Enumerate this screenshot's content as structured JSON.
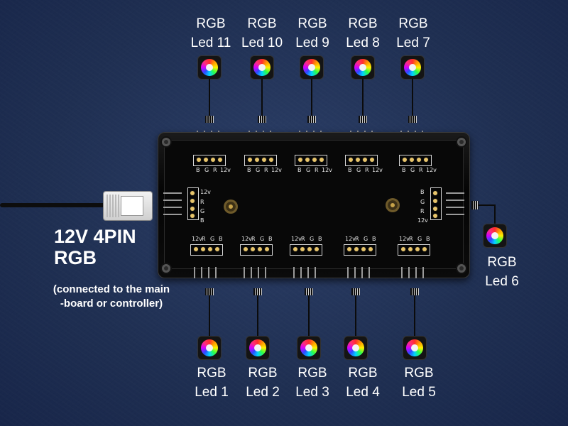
{
  "top_leds": [
    {
      "line1": "RGB",
      "line2": "Led 11"
    },
    {
      "line1": "RGB",
      "line2": "Led 10"
    },
    {
      "line1": "RGB",
      "line2": "Led 9"
    },
    {
      "line1": "RGB",
      "line2": "Led 8"
    },
    {
      "line1": "RGB",
      "line2": "Led 7"
    }
  ],
  "bottom_leds": [
    {
      "line1": "RGB",
      "line2": "Led 1"
    },
    {
      "line1": "RGB",
      "line2": "Led 2"
    },
    {
      "line1": "RGB",
      "line2": "Led 3"
    },
    {
      "line1": "RGB",
      "line2": "Led 4"
    },
    {
      "line1": "RGB",
      "line2": "Led 5"
    }
  ],
  "side_led": {
    "line1": "RGB",
    "line2": "Led 6"
  },
  "input": {
    "title_line1": "12V 4PIN",
    "title_line2": "RGB",
    "note_line1": "(connected to the main",
    "note_line2": "-board or controller)"
  },
  "pin_labels": {
    "b": "B",
    "g": "G",
    "r": "R",
    "v": "12v"
  },
  "icons": {
    "fan": "rgb-fan-icon",
    "hub": "rgb-splitter-hub",
    "plug": "4pin-connector"
  }
}
